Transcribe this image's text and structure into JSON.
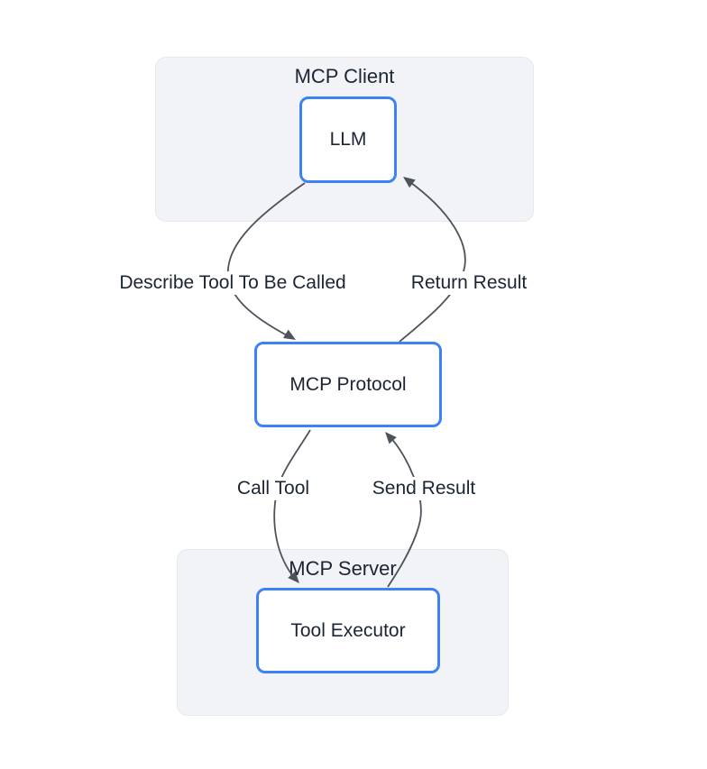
{
  "diagram": {
    "containers": [
      {
        "id": "mcp-client",
        "title": "MCP Client"
      },
      {
        "id": "mcp-server",
        "title": "MCP Server"
      }
    ],
    "nodes": [
      {
        "id": "llm",
        "label": "LLM"
      },
      {
        "id": "mcp-protocol",
        "label": "MCP Protocol"
      },
      {
        "id": "tool-executor",
        "label": "Tool Executor"
      }
    ],
    "edges": [
      {
        "from": "LLM",
        "to": "MCP Protocol",
        "label": "Describe Tool To Be Called"
      },
      {
        "from": "MCP Protocol",
        "to": "LLM",
        "label": "Return Result"
      },
      {
        "from": "MCP Protocol",
        "to": "Tool Executor",
        "label": "Call Tool"
      },
      {
        "from": "Tool Executor",
        "to": "MCP Protocol",
        "label": "Send Result"
      }
    ],
    "colors": {
      "node_border": "#3b82f6",
      "node_fill": "#ffffff",
      "container_fill": "#f1f3f6",
      "container_border": "#e6e9ed",
      "edge": "#4d535b",
      "text": "#1b2534",
      "background": "#ffffff"
    }
  }
}
